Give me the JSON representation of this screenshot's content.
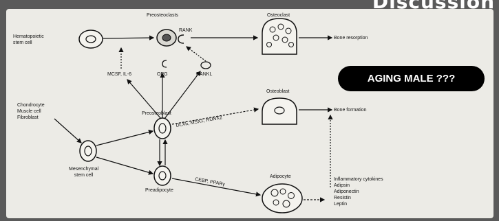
{
  "header": {
    "title": "Discussion"
  },
  "badge": {
    "text": "AGING MALE ???"
  },
  "diagram": {
    "labels": {
      "preosteoclasts": "Preosteoclasts",
      "osteoclast": "Osteoclast",
      "hematopoietic": "Hematopoietic\nstem cell",
      "rank": "RANK",
      "bone_resorption": "Bone resorption",
      "mcsf": "MCSF, IL-6",
      "opg": "OPG",
      "rankl": "RANKL",
      "osteoblast": "Osteoblast",
      "chondrocyte": "Chondrocyte\nMuscle cell\nFibroblast",
      "preosteoblast": "Preosteoblast",
      "bone_formation": "Bone formation",
      "dlx5": "DLX5, MSX1, RUNX2",
      "mesenchymal": "Mesenchymal\nstem cell",
      "cebp": "CEBP, PPARγ",
      "adipocyte": "Adipocyte",
      "preadipocyte": "Preadipocyte",
      "adipokines": "Inflammatory cytokines\nAdipsin\nAdiponectin\nResistin\nLeptin"
    }
  }
}
